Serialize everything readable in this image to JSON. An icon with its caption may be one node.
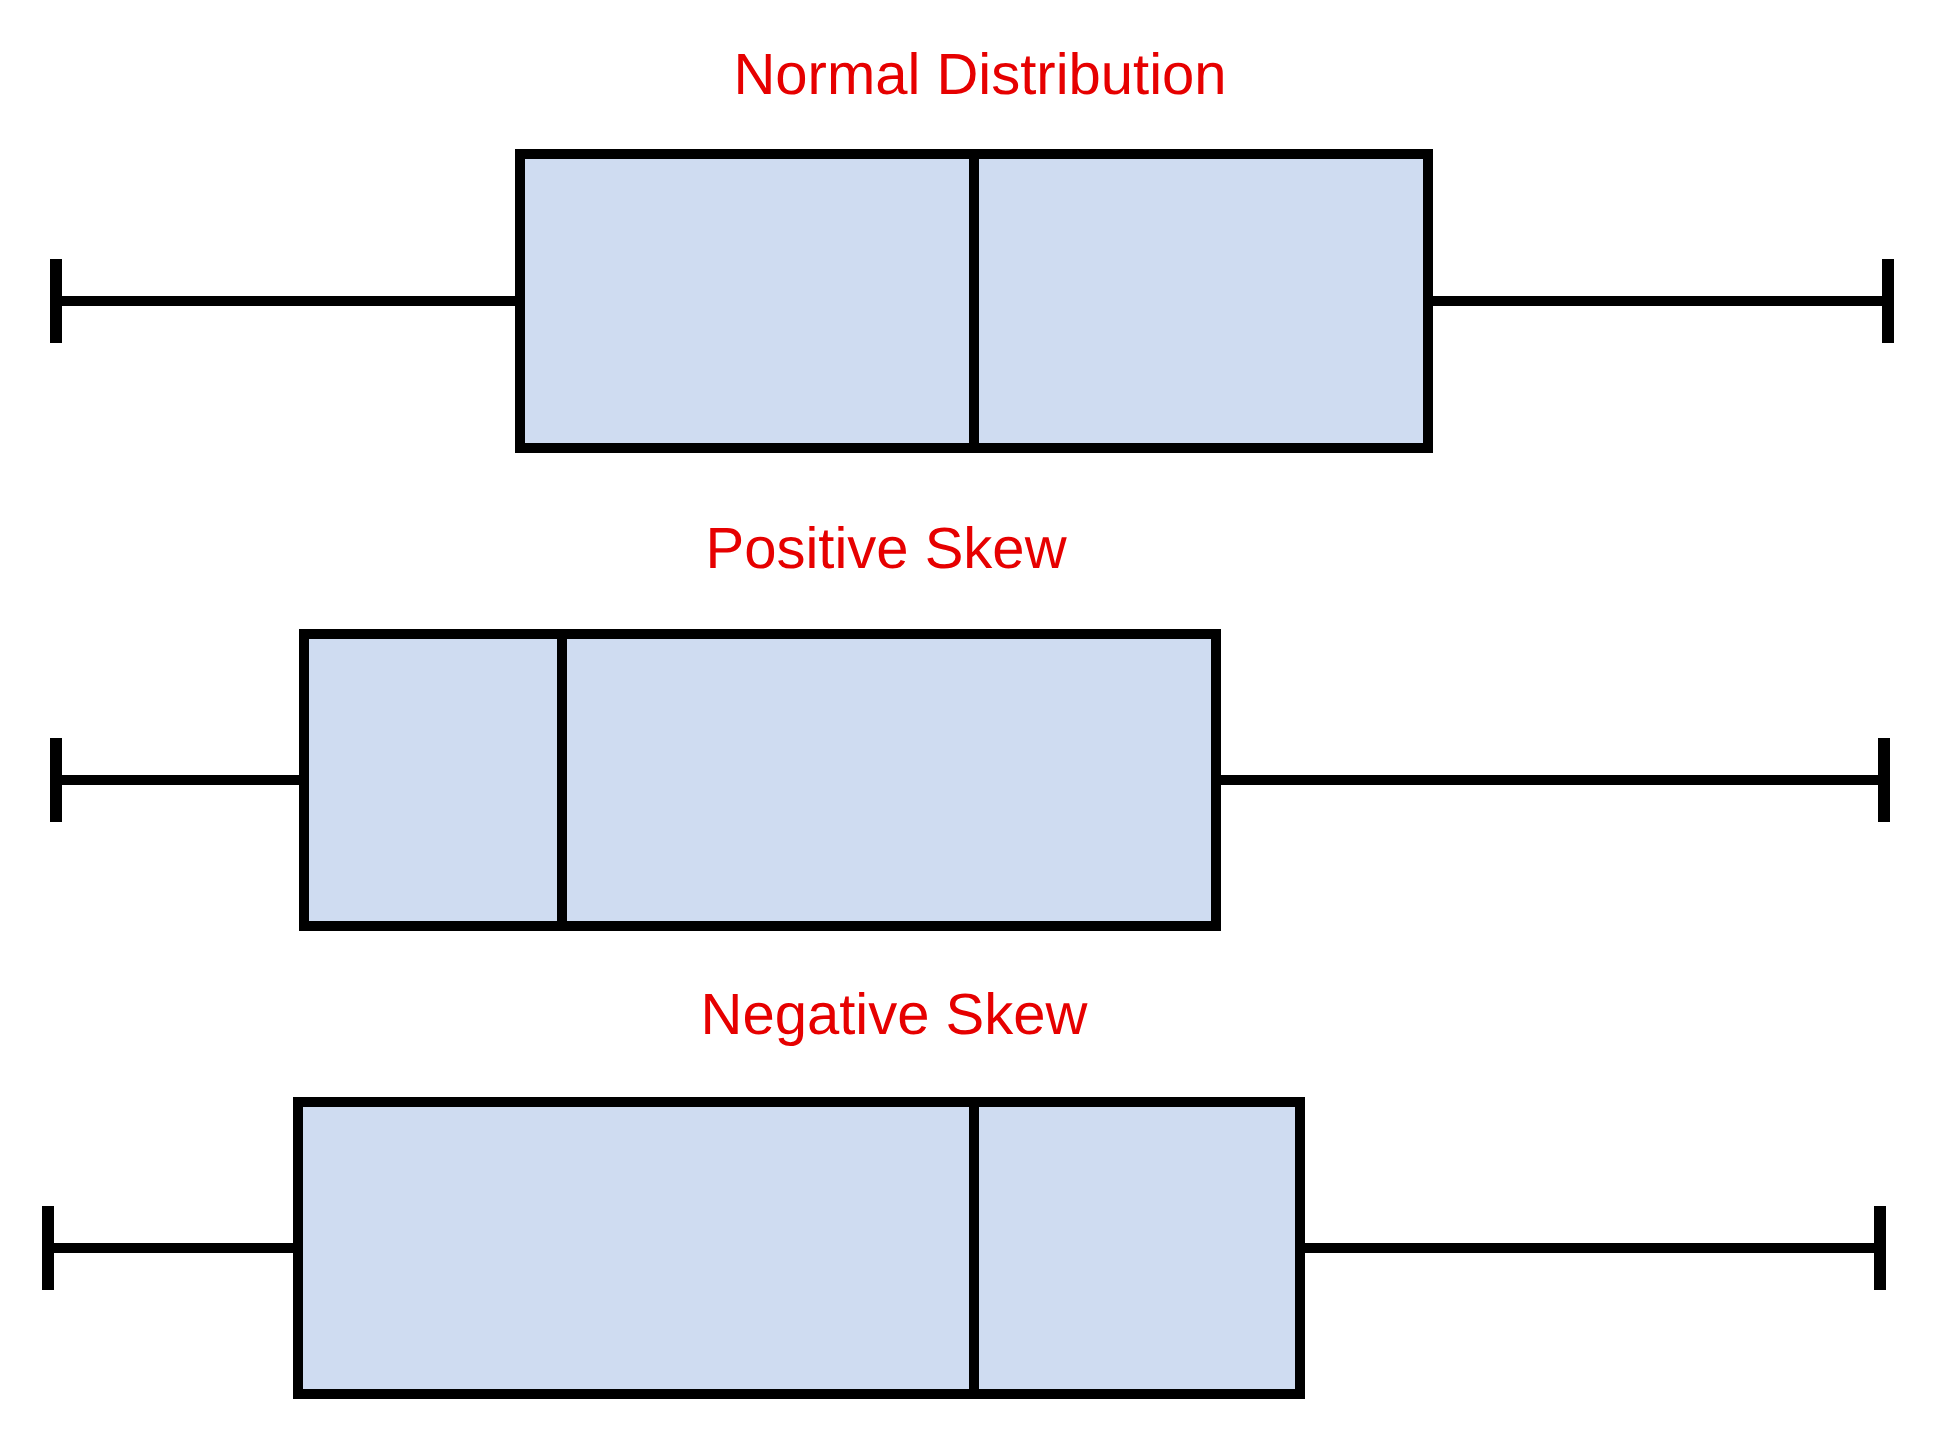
{
  "diagram": {
    "nodes": [
      {
        "text": [
          "Normal Distribution"
        ]
      },
      {
        "text": [
          "Positive Skew"
        ]
      },
      {
        "text": [
          "Negative Skew"
        ]
      }
    ]
  }
}
